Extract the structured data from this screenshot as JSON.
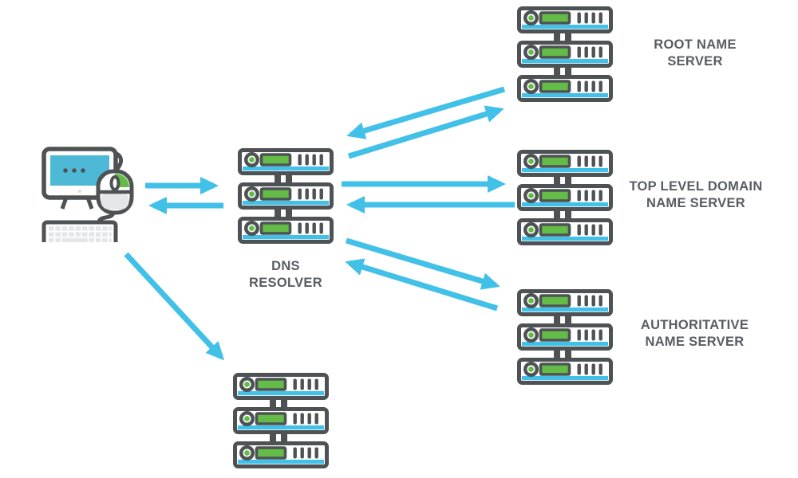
{
  "diagram": {
    "type": "dns-resolution-flow",
    "colors": {
      "outline": "#4e5254",
      "green": "#62bc47",
      "arrow_cyan": "#41c0e8",
      "screen_cyan": "#4db9d6",
      "label_text": "#585d64",
      "light_gray": "#e4e6e8"
    },
    "nodes": {
      "client": {
        "icon": "client-computer-icon",
        "label": []
      },
      "resolver": {
        "icon": "server-stack-icon",
        "label": [
          "DNS",
          "RESOLVER"
        ]
      },
      "root": {
        "icon": "server-stack-icon",
        "label": [
          "ROOT NAME",
          "SERVER"
        ]
      },
      "tld": {
        "icon": "server-stack-icon",
        "label": [
          "TOP LEVEL DOMAIN",
          "NAME SERVER"
        ]
      },
      "authoritative": {
        "icon": "server-stack-icon",
        "label": [
          "AUTHORITATIVE",
          "NAME SERVER"
        ]
      },
      "extra": {
        "icon": "server-stack-icon",
        "label": []
      }
    },
    "edges": [
      {
        "from": "client",
        "to": "resolver"
      },
      {
        "from": "resolver",
        "to": "client"
      },
      {
        "from": "root",
        "to": "resolver"
      },
      {
        "from": "resolver",
        "to": "root"
      },
      {
        "from": "resolver",
        "to": "tld"
      },
      {
        "from": "tld",
        "to": "resolver"
      },
      {
        "from": "resolver",
        "to": "authoritative"
      },
      {
        "from": "authoritative",
        "to": "resolver"
      },
      {
        "from": "client",
        "to": "extra"
      }
    ]
  }
}
